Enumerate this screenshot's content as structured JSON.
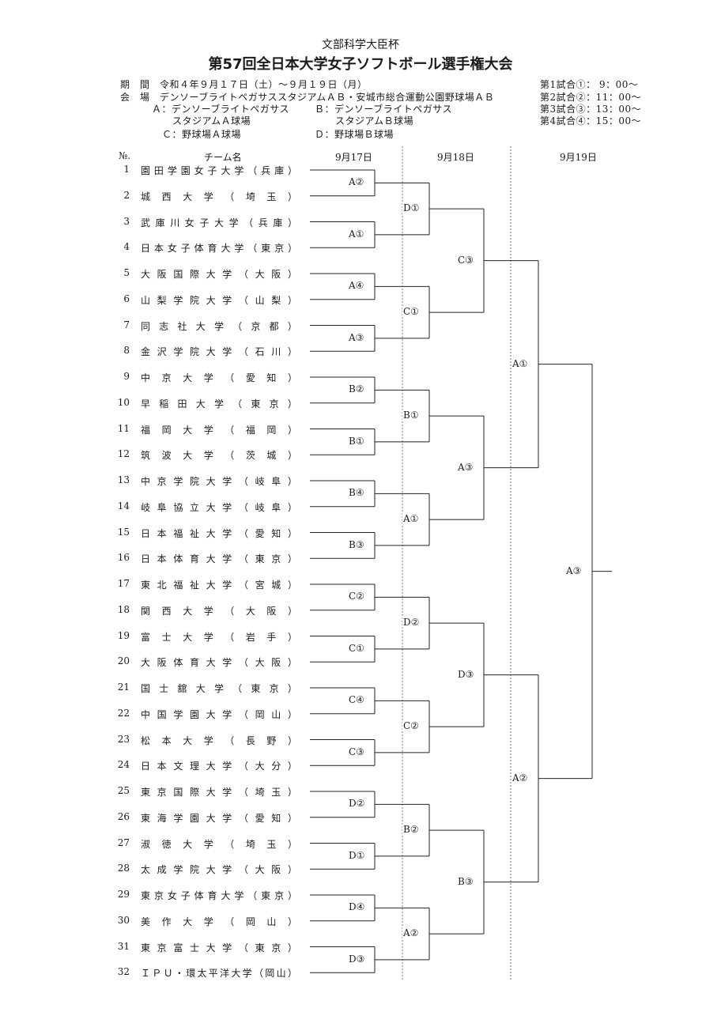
{
  "header": {
    "subtitle": "文部科学大臣杯",
    "title": "第57回全日本大学女子ソフトボール選手権大会"
  },
  "info": {
    "period": "期　間　令和４年９月１７日（土）～９月１９日（月）",
    "venue": "会　場　デンソーブライトペガサススタジアムＡＢ・安城市総合運動公園野球場ＡＢ",
    "venue_a1": "Ａ：デンソーブライトペガサス",
    "venue_a2": "スタジアムＡ球場",
    "venue_b1": "Ｂ：デンソーブライトペガサス",
    "venue_b2": "スタジアムＢ球場",
    "venue_c": "Ｃ：野球場Ａ球場",
    "venue_d": "Ｄ：野球場Ｂ球場",
    "schedule": [
      "第1試合①：  9：00～",
      "第2試合②：11：00～",
      "第3試合③：13：00～",
      "第4試合④：15：00～"
    ]
  },
  "columns": {
    "no": "№.",
    "team": "チーム名",
    "day1": "9月17日",
    "day2": "9月18日",
    "day3": "9月19日"
  },
  "teams": [
    {
      "no": "1",
      "name": "園田学園女子大学（兵庫）"
    },
    {
      "no": "2",
      "name": "城　西　大　学　（　埼　玉　）"
    },
    {
      "no": "3",
      "name": "武庫川女子大学（兵庫）"
    },
    {
      "no": "4",
      "name": "日本女子体育大学（東京）"
    },
    {
      "no": "5",
      "name": "大阪国際大学（大阪）"
    },
    {
      "no": "6",
      "name": "山梨学院大学（山梨）"
    },
    {
      "no": "7",
      "name": "同　志　社　大　学　（　京　都　）"
    },
    {
      "no": "8",
      "name": "金沢学院大学（石川）"
    },
    {
      "no": "9",
      "name": "中　京　大　学　（　愛　知　）"
    },
    {
      "no": "10",
      "name": "早　稲　田　大　学　（　東　京　）"
    },
    {
      "no": "11",
      "name": "福　岡　大　学　（　福　岡　）"
    },
    {
      "no": "12",
      "name": "筑　波　大　学　（　茨　城　）"
    },
    {
      "no": "13",
      "name": "中京学院大学（岐阜）"
    },
    {
      "no": "14",
      "name": "岐阜協立大学（岐阜）"
    },
    {
      "no": "15",
      "name": "日本福祉大学（愛知）"
    },
    {
      "no": "16",
      "name": "日本体育大学（東京）"
    },
    {
      "no": "17",
      "name": "東北福祉大学（宮城）"
    },
    {
      "no": "18",
      "name": "関　西　大　学　（　大　阪　）"
    },
    {
      "no": "19",
      "name": "富　士　大　学　（　岩　手　）"
    },
    {
      "no": "20",
      "name": "大阪体育大学（大阪）"
    },
    {
      "no": "21",
      "name": "国　士　舘　大　学　（　東　京　）"
    },
    {
      "no": "22",
      "name": "中国学園大学（岡山）"
    },
    {
      "no": "23",
      "name": "松　本　大　学　（　長　野　）"
    },
    {
      "no": "24",
      "name": "日本文理大学（大分）"
    },
    {
      "no": "25",
      "name": "東京国際大学（埼玉）"
    },
    {
      "no": "26",
      "name": "東海学園大学（愛知）"
    },
    {
      "no": "27",
      "name": "淑　徳　大　学　（　埼　玉　）"
    },
    {
      "no": "28",
      "name": "太成学院大学（大阪）"
    },
    {
      "no": "29",
      "name": "東京女子体育大学（東京）"
    },
    {
      "no": "30",
      "name": "美　作　大　学　（　岡　山　）"
    },
    {
      "no": "31",
      "name": "東京富士大学（東京）"
    },
    {
      "no": "32",
      "name": "ＩＰＵ・環太平洋大学（岡山）"
    }
  ],
  "round1": [
    "A②",
    "A①",
    "A④",
    "A③",
    "B②",
    "B①",
    "B④",
    "B③",
    "C②",
    "C①",
    "C④",
    "C③",
    "D②",
    "D①",
    "D④",
    "D③"
  ],
  "round2": [
    "D①",
    "C①",
    "B①",
    "A①",
    "D②",
    "C②",
    "B②",
    "A②"
  ],
  "round3": [
    "C③",
    "A③",
    "D③",
    "B③"
  ],
  "round4": [
    "A①",
    "A②"
  ],
  "final": "A③"
}
